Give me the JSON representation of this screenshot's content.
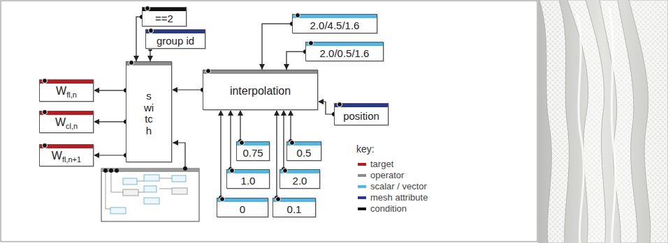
{
  "diagram": {
    "nodes": [
      {
        "text": [
          "==2"
        ]
      },
      {
        "text": [
          "group id"
        ]
      },
      {
        "text": [
          "2.0/4.5/1.6"
        ]
      },
      {
        "text": [
          "2.0/0.5/1.6"
        ]
      },
      {
        "text": [
          "W",
          "fl,n"
        ]
      },
      {
        "text": [
          "switch"
        ]
      },
      {
        "text": [
          "interpolation"
        ]
      },
      {
        "text": [
          "position"
        ]
      },
      {
        "text": [
          "W",
          "cl,n"
        ]
      },
      {
        "text": [
          "W",
          "fl,n+1"
        ]
      },
      {
        "text": [
          "0.75"
        ]
      },
      {
        "text": [
          "0.5"
        ]
      },
      {
        "text": [
          "1.0"
        ]
      },
      {
        "text": [
          "2.0"
        ]
      },
      {
        "text": [
          "0"
        ]
      },
      {
        "text": [
          "0.1"
        ]
      }
    ],
    "edges": [
      {
        "from": 0,
        "to": 5,
        "arrow": "to"
      },
      {
        "from": 1,
        "to": 5,
        "arrow": "to"
      },
      {
        "from": 5,
        "to": 4,
        "arrow": "to"
      },
      {
        "from": 5,
        "to": 8,
        "arrow": "to"
      },
      {
        "from": 5,
        "to": 9,
        "arrow": "to"
      },
      {
        "from": 6,
        "to": 5,
        "arrow": "to"
      },
      {
        "from": 2,
        "to": 6,
        "arrow": "to"
      },
      {
        "from": 3,
        "to": 6,
        "arrow": "to"
      },
      {
        "from": 7,
        "to": 6,
        "arrow": "to"
      },
      {
        "from": 10,
        "to": 6,
        "arrow": "to"
      },
      {
        "from": 11,
        "to": 6,
        "arrow": "to"
      },
      {
        "from": 12,
        "to": 6,
        "arrow": "to"
      },
      {
        "from": 13,
        "to": 6,
        "arrow": "to"
      },
      {
        "from": 14,
        "to": 6,
        "arrow": "to"
      },
      {
        "from": 15,
        "to": 6,
        "arrow": "to"
      }
    ],
    "labels": [
      "key:"
    ],
    "legend": [
      {
        "text": "target",
        "color": "#c4161c"
      },
      {
        "text": "operator",
        "color": "#8c8c8c"
      },
      {
        "text": "scalar / vector",
        "color": "#4db8e8"
      },
      {
        "text": "mesh attribute",
        "color": "#27388f"
      },
      {
        "text": "condition",
        "color": "#111111"
      }
    ]
  }
}
